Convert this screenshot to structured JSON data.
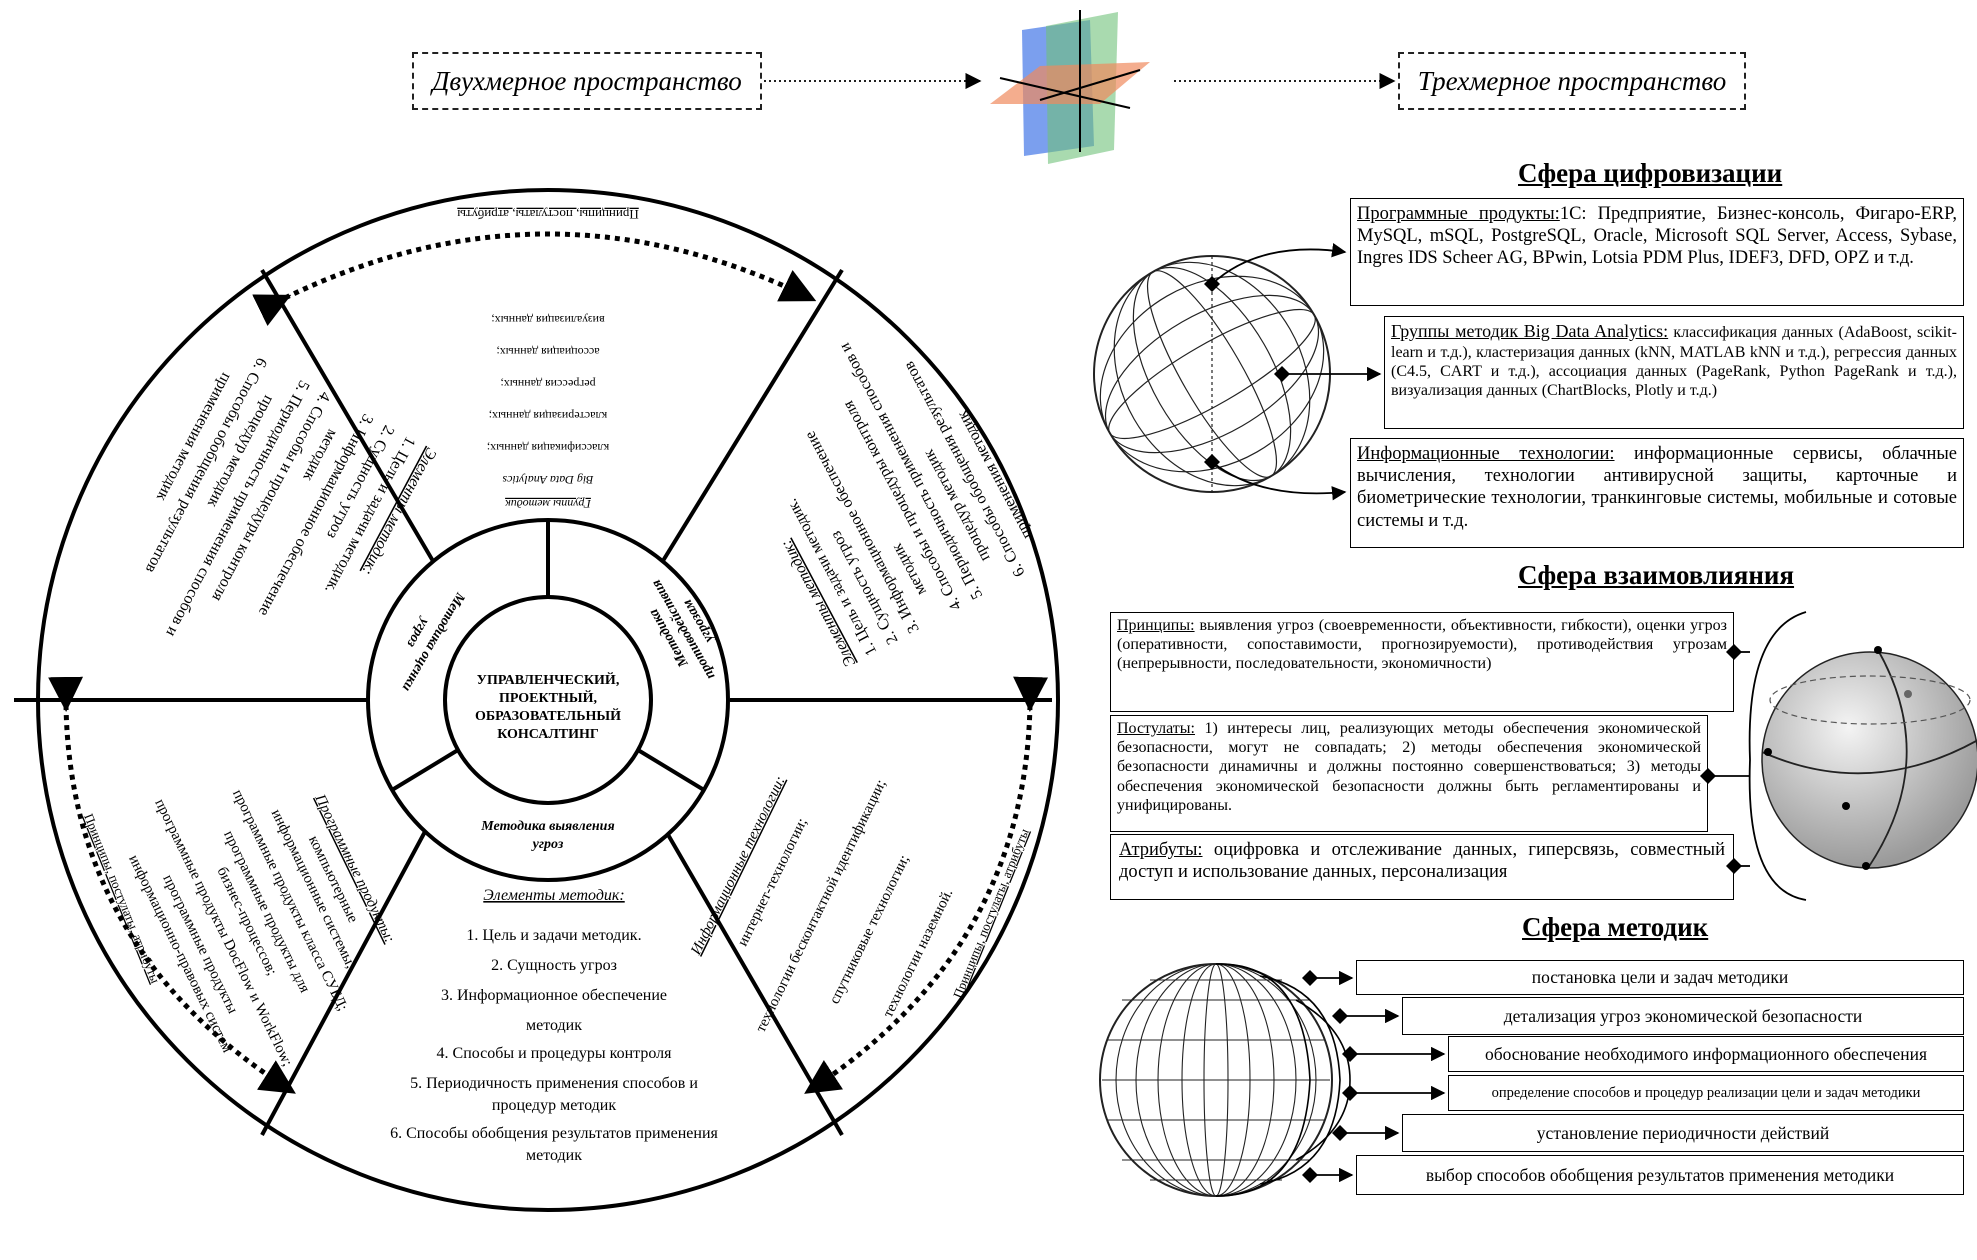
{
  "top": {
    "left_label": "Двухмерное пространство",
    "right_label": "Трехмерное пространство"
  },
  "wheel": {
    "center": [
      "УПРАВЛЕНЧЕСКИЙ,",
      "ПРОЕКТНЫЙ,",
      "ОБРАЗОВАТЕЛЬНЫЙ",
      "КОНСАЛТИНГ"
    ],
    "ring_labels": {
      "left": [
        "Методика оценки",
        "угроз"
      ],
      "right": [
        "Методика",
        "противодействия",
        "угрозам"
      ],
      "bottom": [
        "Методика выявления",
        "угроз"
      ]
    },
    "arc_label": "Принципы, постулаты, атрибуты",
    "top_sector": {
      "heading": [
        "Группы методик",
        "Big Data Analytics"
      ],
      "items": [
        "классификация данных;",
        "кластеризация данных;",
        "регрессия данных;",
        "ассоциация данных;",
        "визуализация данных;"
      ]
    },
    "left_upper": {
      "heading": "Элементы методик:",
      "items": [
        "1. Цель и задачи методик.",
        "2. Сущность угроз",
        "3. Информационное обеспечение",
        "методик",
        "4. Способы и процедуры контроля",
        "5. Периодичность применения способов и",
        "процедур методик",
        "6. Способы обобщения результатов",
        "применения методик"
      ]
    },
    "right_upper": {
      "heading": "Элементы методик:",
      "items": [
        "1. Цель и задачи методик.",
        "2. Сущность угроз",
        "3. Информационное обеспечение",
        "методик",
        "4. Способы и процедуры контроля",
        "5. Периодичность применения способов и",
        "процедур методик",
        "6. Способы обобщения результатов",
        "применения методик"
      ]
    },
    "left_lower": {
      "heading": "Программные продукты:",
      "items": [
        "компьютерные",
        "информационные системы;",
        "программные продукты класса СУБД;",
        "программные продукты для",
        "бизнес-процессов;",
        "программные продукты DocFlow и WorkFlow;",
        "программные продукты",
        "информационно-правовых систем"
      ]
    },
    "right_lower": {
      "heading": "Информационные технологии:",
      "items": [
        "интернет-технологии;",
        "технологии бесконтактной идентификации;",
        "спутниковые технологии;",
        "технологии наземной."
      ]
    },
    "bottom_sector": {
      "heading": "Элементы методик:",
      "items": [
        "1. Цель и задачи методик.",
        "2. Сущность угроз",
        "3. Информационное обеспечение",
        "методик",
        "4. Способы и процедуры контроля",
        "5. Периодичность применения способов и",
        "процедур методик",
        "6. Способы обобщения результатов применения",
        "методик"
      ]
    }
  },
  "digital_sphere": {
    "title": "Сфера цифровизации",
    "box1": {
      "label": "Программные продукты:",
      "text": "1С: Предприятие, Бизнес-консоль, Фигаро-ERP, MySQL, mSQL, PostgreSQL, Oracle, Microsoft SQL Server, Access, Sybase, Ingres IDS Scheer AG, BPwin, Lotsia PDM Plus, IDEF3, DFD, OPZ и т.д."
    },
    "box2": {
      "label": "Группы методик Big Data Analytics:",
      "text": " классификация данных (AdaBoost, scikit-learn и т.д.), кластеризация данных (kNN, MATLAB kNN и т.д.), регрессия данных (C4.5, CART и т.д.), ассоциация данных (PageRank, Python PageRank и т.д.), визуализация данных (ChartBlocks, Plotly и т.д.)"
    },
    "box3": {
      "label": "Информационные технологии:",
      "text": " информационные сервисы, облачные вычисления, технологии антивирусной защиты, карточные и биометрические технологии, транкинговые системы, мобильные и сотовые системы и т.д."
    }
  },
  "influence_sphere": {
    "title": "Сфера взаимовлияния",
    "principles": {
      "label": "Принципы:",
      "text": " выявления угроз (своевременности, объективности, гибкости), оценки угроз (оперативности, сопоставимости, прогнозируемости), противодействия угрозам (непрерывности, последовательности, экономичности)"
    },
    "postulates": {
      "label": "Постулаты:",
      "text": " 1) интересы лиц, реализующих методы обеспечения экономической безопасности, могут не совпадать; 2) методы обеспечения экономической безопасности динамичны и должны постоянно совершенствоваться; 3) методы обеспечения экономической безопасности должны быть регламентированы и унифицированы."
    },
    "attributes": {
      "label": "Атрибуты:",
      "text": " оцифровка и отслеживание данных, гиперсвязь, совместный доступ и использование данных, персонализация"
    }
  },
  "methods_sphere": {
    "title": "Сфера методик",
    "items": [
      "постановка цели и задач методики",
      "детализация угроз экономической безопасности",
      "обоснование необходимого информационного обеспечения",
      "определение способов и процедур реализации цели и задач методики",
      "установление периодичности действий",
      "выбор способов обобщения результатов применения методики"
    ]
  }
}
